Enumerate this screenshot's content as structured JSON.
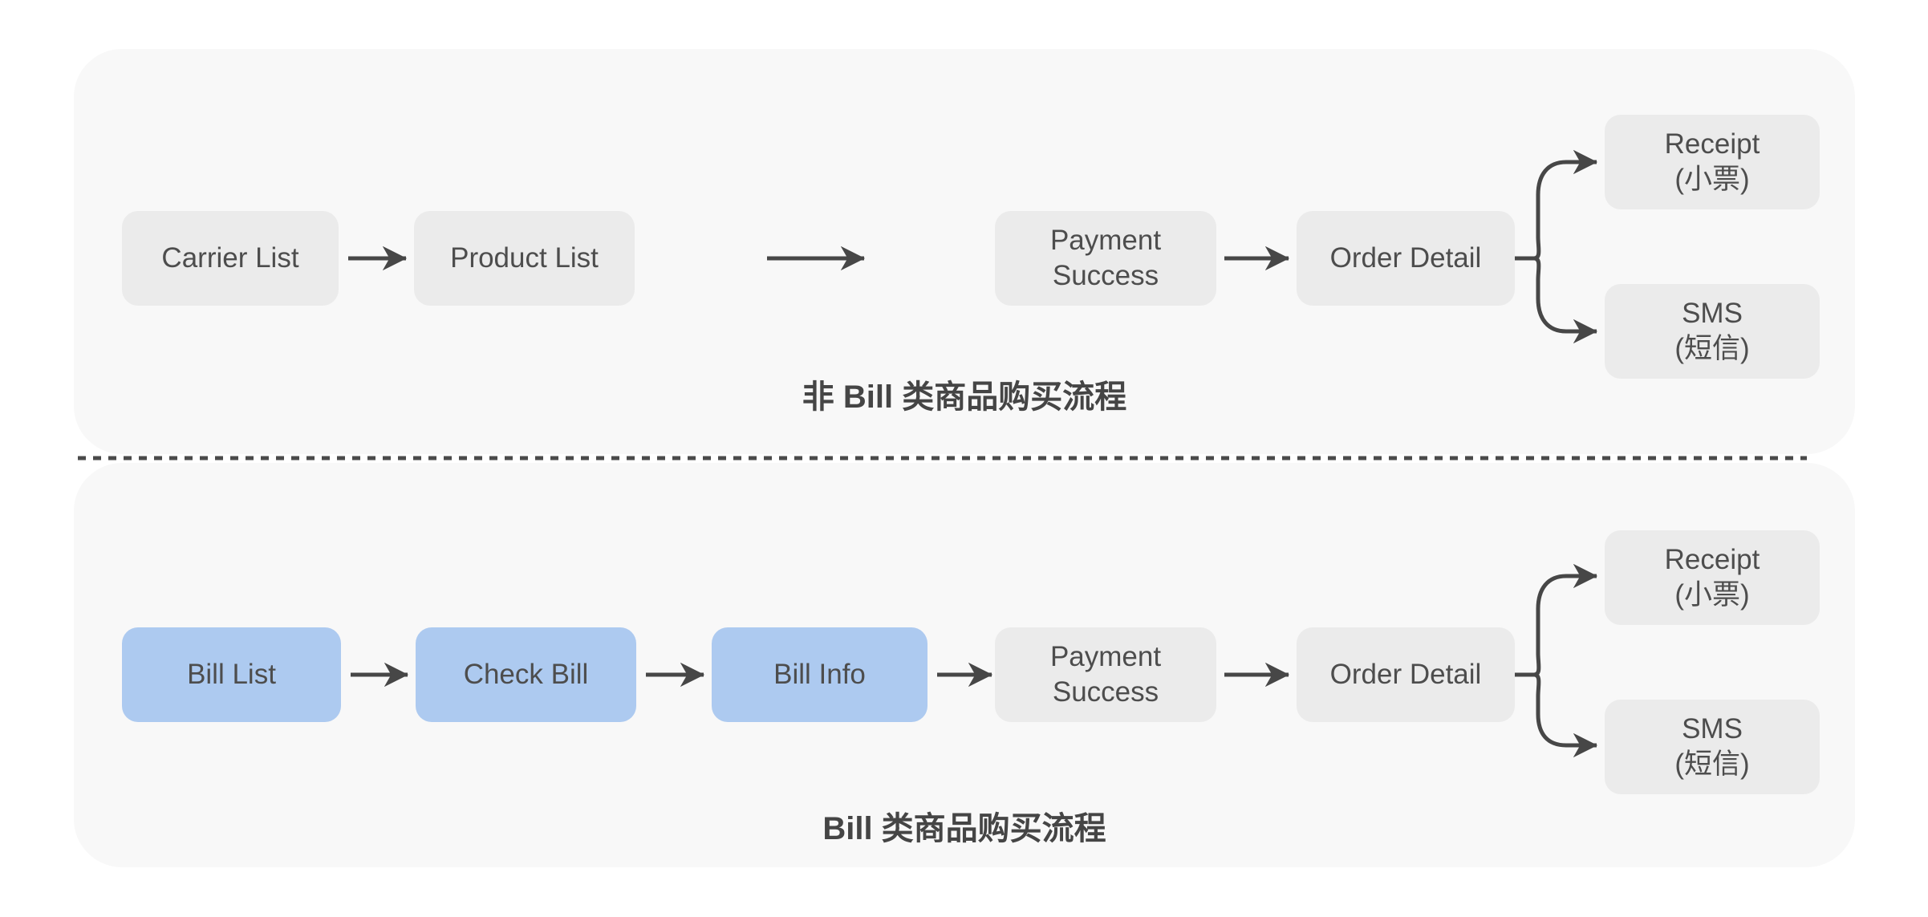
{
  "colors": {
    "page_background": "#ffffff",
    "panel_background": "#f8f8f8",
    "node_gray": "#ebebeb",
    "node_highlight_blue": "#adcaf0",
    "text": "#4d4d4d",
    "connector": "#474747"
  },
  "flows": [
    {
      "title": "非 Bill 类商品购买流程",
      "nodes": [
        {
          "id": "carrier-list",
          "label": "Carrier List"
        },
        {
          "id": "product-list",
          "label": "Product List"
        },
        {
          "id": "payment-success",
          "line1": "Payment",
          "line2": "Success"
        },
        {
          "id": "order-detail",
          "label": "Order Detail"
        },
        {
          "id": "receipt",
          "line1": "Receipt",
          "line2": "(小票)"
        },
        {
          "id": "sms",
          "line1": "SMS",
          "line2": "(短信)"
        }
      ],
      "edges": [
        {
          "from": "Carrier List",
          "to": "Product List"
        },
        {
          "from": "Product List",
          "to": "Payment Success",
          "style": "floating-arrow-with-gaps"
        },
        {
          "from": "Payment Success",
          "to": "Order Detail"
        },
        {
          "from": "Order Detail",
          "to": "Receipt (小票)",
          "style": "curved-branch"
        },
        {
          "from": "Order Detail",
          "to": "SMS (短信)",
          "style": "curved-branch"
        }
      ]
    },
    {
      "title": "Bill 类商品购买流程",
      "nodes": [
        {
          "id": "bill-list",
          "label": "Bill List",
          "highlighted": true
        },
        {
          "id": "check-bill",
          "label": "Check Bill",
          "highlighted": true
        },
        {
          "id": "bill-info",
          "label": "Bill Info",
          "highlighted": true
        },
        {
          "id": "payment-success",
          "line1": "Payment",
          "line2": "Success"
        },
        {
          "id": "order-detail",
          "label": "Order Detail"
        },
        {
          "id": "receipt",
          "line1": "Receipt",
          "line2": "(小票)"
        },
        {
          "id": "sms",
          "line1": "SMS",
          "line2": "(短信)"
        }
      ],
      "edges": [
        {
          "from": "Bill List",
          "to": "Check Bill"
        },
        {
          "from": "Check Bill",
          "to": "Bill Info"
        },
        {
          "from": "Bill Info",
          "to": "Payment Success"
        },
        {
          "from": "Payment Success",
          "to": "Order Detail"
        },
        {
          "from": "Order Detail",
          "to": "Receipt (小票)",
          "style": "curved-branch"
        },
        {
          "from": "Order Detail",
          "to": "SMS (短信)",
          "style": "curved-branch"
        }
      ]
    }
  ]
}
